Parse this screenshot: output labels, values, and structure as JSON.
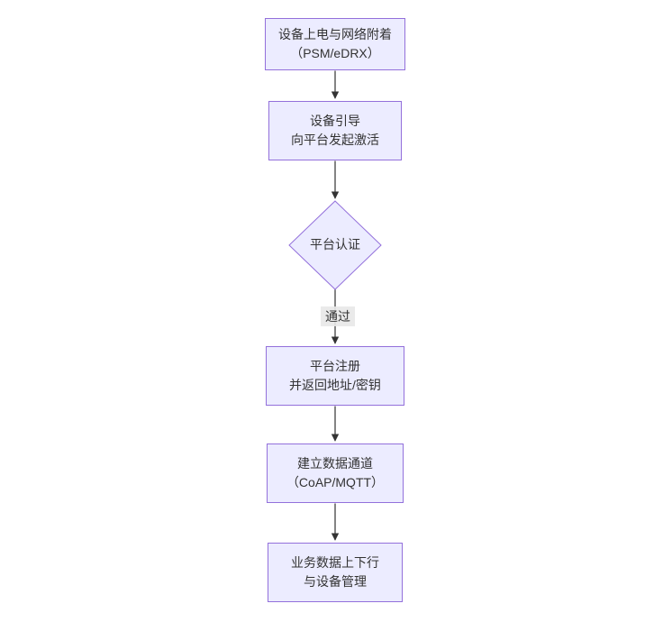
{
  "diagram": {
    "background": "#ffffff",
    "colors": {
      "node_fill": "#ECECFF",
      "node_border": "#9370DB",
      "text": "#333333",
      "edge_line": "#333333",
      "edge_label_bg": "#e8e8e8"
    },
    "nodes": [
      {
        "type": "rect",
        "lines": [
          "设备上电与网络附着",
          "（PSM/eDRX）"
        ]
      },
      {
        "type": "rect",
        "lines": [
          "设备引导",
          "向平台发起激活"
        ]
      },
      {
        "type": "diamond",
        "lines": [
          "平台认证"
        ]
      },
      {
        "type": "rect",
        "lines": [
          "平台注册",
          "并返回地址/密钥"
        ]
      },
      {
        "type": "rect",
        "lines": [
          "建立数据通道",
          "（CoAP/MQTT）"
        ]
      },
      {
        "type": "rect",
        "lines": [
          "业务数据上下行",
          "与设备管理"
        ]
      }
    ],
    "edges": [
      {
        "from": 0,
        "to": 1,
        "label": ""
      },
      {
        "from": 1,
        "to": 2,
        "label": ""
      },
      {
        "from": 2,
        "to": 3,
        "label": "通过"
      },
      {
        "from": 3,
        "to": 4,
        "label": ""
      },
      {
        "from": 4,
        "to": 5,
        "label": ""
      }
    ]
  }
}
